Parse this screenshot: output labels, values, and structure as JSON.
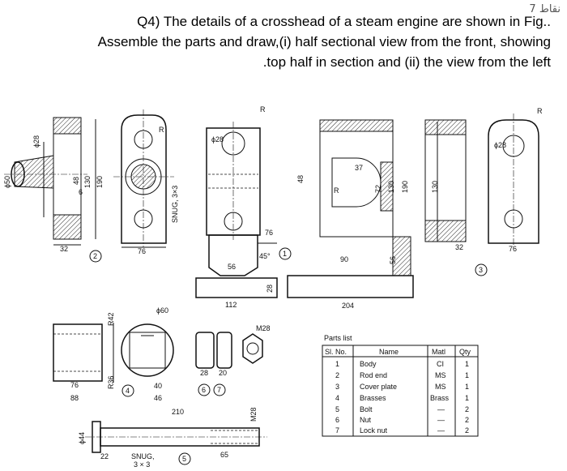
{
  "header": {
    "badge": "7 نقاط",
    "question_lines": [
      "Q4) The details of a crosshead of a steam engine are shown in Fig..",
      "Assemble the parts and draw,(i) half sectional view from the front, showing",
      ".top half in section and (ii) the view from the left"
    ]
  },
  "drawing": {
    "dims": {
      "d28": "ϕ28",
      "d50": "ϕ50",
      "d48": "48",
      "d130": "130",
      "d190": "190",
      "d6": "6",
      "d32a": "32",
      "d76a": "76",
      "r": "R",
      "d28b": "ϕ28",
      "snug": "SNUG, 3×3",
      "d76b": "76",
      "d56": "56",
      "d45": "45°",
      "d112": "112",
      "d28c": "28",
      "d48b": "48",
      "d37": "37",
      "d72": "72",
      "d130b": "130",
      "d190b": "190",
      "d90": "90",
      "d56b": "56",
      "d204": "204",
      "d130c": "130",
      "d32b": "32",
      "d76c": "76",
      "d28d": "ϕ28",
      "d60": "ϕ60",
      "r42": "R42",
      "r36": "R36",
      "d76d": "76",
      "d88": "88",
      "d40": "40",
      "d46": "46",
      "d28e": "28",
      "d20": "20",
      "m28": "M28",
      "d210": "210",
      "d44": "ϕ44",
      "m28b": "M28",
      "d22": "22",
      "snug2": "SNUG,",
      "snug2b": "3 × 3",
      "d65": "65"
    },
    "part_numbers": [
      "1",
      "2",
      "3",
      "4",
      "5",
      "6",
      "7"
    ]
  },
  "parts_list": {
    "title": "Parts list",
    "headers": [
      "Sl. No.",
      "Name",
      "Matl",
      "Qty"
    ],
    "rows": [
      [
        "1",
        "Body",
        "CI",
        "1"
      ],
      [
        "2",
        "Rod end",
        "MS",
        "1"
      ],
      [
        "3",
        "Cover plate",
        "MS",
        "1"
      ],
      [
        "4",
        "Brasses",
        "Brass",
        "1"
      ],
      [
        "5",
        "Bolt",
        "—",
        "2"
      ],
      [
        "6",
        "Nut",
        "—",
        "2"
      ],
      [
        "7",
        "Lock nut",
        "—",
        "2"
      ]
    ]
  }
}
